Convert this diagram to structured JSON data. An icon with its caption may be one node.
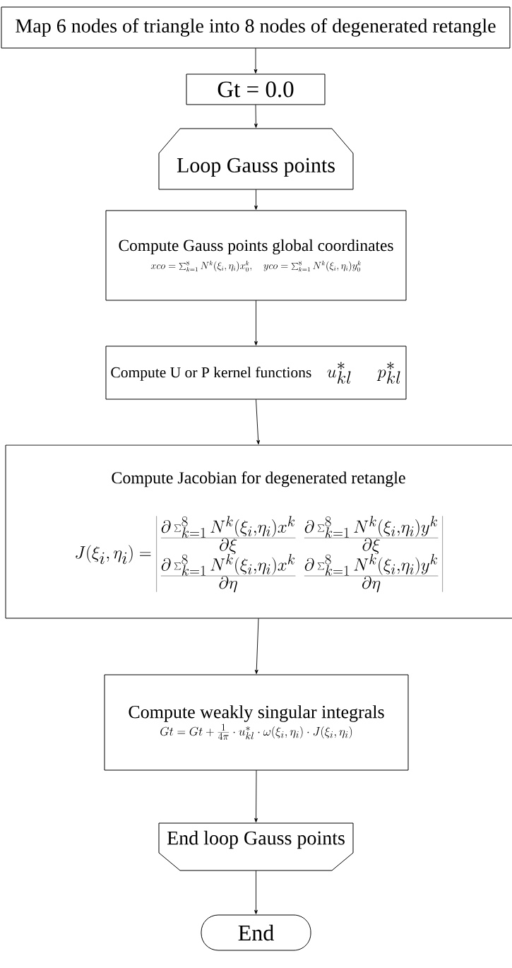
{
  "diagram": {
    "nodes": [
      {
        "text": [
          "Map 6 nodes of triangle into 8 nodes of degenerated retangle"
        ]
      },
      {
        "text": [
          "Gt = 0.0"
        ]
      },
      {
        "text": [
          "Loop Gauss points"
        ]
      },
      {
        "text": [
          "Compute Gauss points global coordinates",
          "xco = \\sum_{k=1}^{8} N^{k}(\\xi_i,\\eta_i) x_0^{k}, \\quad yco = \\sum_{k=1}^{8} N^{k}(\\xi_i,\\eta_i) y_0^{k}"
        ]
      },
      {
        "text": [
          "Compute U or P kernel functions",
          "u^{*}_{kl} \\quad p^{*}_{kl}"
        ]
      },
      {
        "text": [
          "Compute Jacobian for degenerated retangle",
          "J(\\xi_i,\\eta_i) = \\begin{array}{|cc|} \\frac{\\partial \\sum_{k=1}^{8} N^{k}(\\xi_i,\\eta_i) x^{k}}{\\partial\\xi} & \\frac{\\partial \\sum_{k=1}^{8} N^{k}(\\xi_i,\\eta_i) y^{k}}{\\partial\\xi} \\\\ \\frac{\\partial \\sum_{k=1}^{8} N^{k}(\\xi_i,\\eta_i) x^{k}}{\\partial\\eta} & \\frac{\\partial \\sum_{k=1}^{8} N^{k}(\\xi_i,\\eta_i) y^{k}}{\\partial\\eta} \\end{array}"
        ]
      },
      {
        "text": [
          "Compute weakly singular integrals",
          "Gt = Gt + \\frac{1}{4\\pi}\\cdot u^{*}_{kl} \\cdot \\omega(\\xi_i,\\eta_i) \\cdot J(\\xi_i,\\eta_i)"
        ]
      },
      {
        "text": [
          "End loop Gauss points"
        ]
      },
      {
        "text": [
          "End"
        ]
      }
    ],
    "edges": [
      {
        "from": 0,
        "to": 1,
        "arrow": "to"
      },
      {
        "from": 1,
        "to": 2,
        "arrow": "to"
      },
      {
        "from": 2,
        "to": 3,
        "arrow": "to"
      },
      {
        "from": 3,
        "to": 4,
        "arrow": "to"
      },
      {
        "from": 4,
        "to": 5,
        "arrow": "to"
      },
      {
        "from": 5,
        "to": 6,
        "arrow": "to"
      },
      {
        "from": 6,
        "to": 7,
        "arrow": "to"
      },
      {
        "from": 7,
        "to": 8,
        "arrow": "to"
      }
    ]
  }
}
